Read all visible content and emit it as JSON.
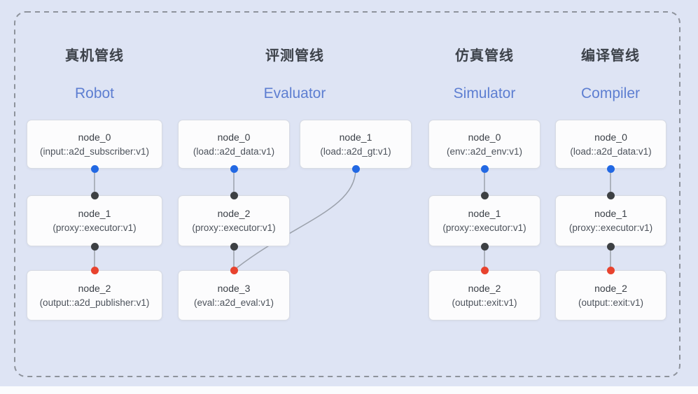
{
  "diagram": {
    "description_colors": {
      "panel_background": "#dee4f4",
      "panel_dashed_border": "#8e939c",
      "node_background": "#fcfcfd",
      "node_border": "#d7dbe3",
      "edge_line": "#9ba1ab",
      "port_dot_blue": "#2268e3",
      "port_dot_black": "#3d4043",
      "port_dot_red": "#e8432e",
      "title_zh_color": "#3d424a",
      "title_en_color": "#5d7ed1"
    }
  },
  "pipelines": [
    {
      "title_zh": "真机管线",
      "title_en": "Robot",
      "nodes": [
        {
          "title": "node_0",
          "subtitle": "(input::a2d_subscriber:v1)"
        },
        {
          "title": "node_1",
          "subtitle": "(proxy::executor:v1)"
        },
        {
          "title": "node_2",
          "subtitle": "(output::a2d_publisher:v1)"
        }
      ]
    },
    {
      "title_zh": "评测管线",
      "title_en": "Evaluator",
      "nodes": [
        {
          "title": "node_0",
          "subtitle": "(load::a2d_data:v1)"
        },
        {
          "title": "node_1",
          "subtitle": "(load::a2d_gt:v1)"
        },
        {
          "title": "node_2",
          "subtitle": "(proxy::executor:v1)"
        },
        {
          "title": "node_3",
          "subtitle": "(eval::a2d_eval:v1)"
        }
      ]
    },
    {
      "title_zh": "仿真管线",
      "title_en": "Simulator",
      "nodes": [
        {
          "title": "node_0",
          "subtitle": "(env::a2d_env:v1)"
        },
        {
          "title": "node_1",
          "subtitle": "(proxy::executor:v1)"
        },
        {
          "title": "node_2",
          "subtitle": "(output::exit:v1)"
        }
      ]
    },
    {
      "title_zh": "编译管线",
      "title_en": "Compiler",
      "nodes": [
        {
          "title": "node_0",
          "subtitle": "(load::a2d_data:v1)"
        },
        {
          "title": "node_1",
          "subtitle": "(proxy::executor:v1)"
        },
        {
          "title": "node_2",
          "subtitle": "(output::exit:v1)"
        }
      ]
    }
  ]
}
